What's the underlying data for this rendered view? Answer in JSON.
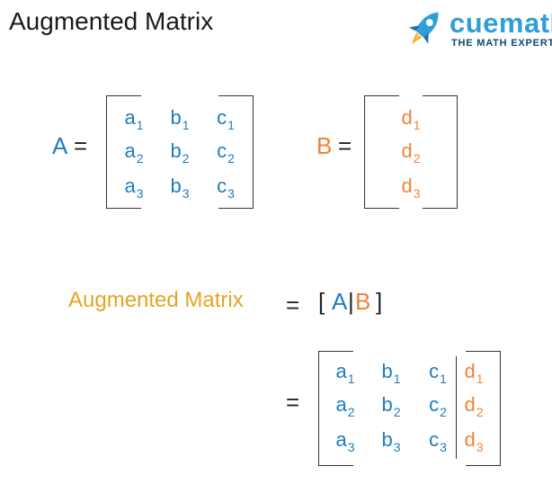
{
  "title": "Augmented Matrix",
  "logo": {
    "brand": "cuemath",
    "tagline": "THE MATH EXPERT"
  },
  "colors": {
    "blue": "#1c7dc3",
    "orange": "#f28235",
    "gold": "#e3a421",
    "text": "#1a1a1a"
  },
  "matrix_a": {
    "label": "A",
    "equals": "=",
    "rows": [
      [
        {
          "v": "a",
          "s": "1"
        },
        {
          "v": "b",
          "s": "1"
        },
        {
          "v": "c",
          "s": "1"
        }
      ],
      [
        {
          "v": "a",
          "s": "2"
        },
        {
          "v": "b",
          "s": "2"
        },
        {
          "v": "c",
          "s": "2"
        }
      ],
      [
        {
          "v": "a",
          "s": "3"
        },
        {
          "v": "b",
          "s": "3"
        },
        {
          "v": "c",
          "s": "3"
        }
      ]
    ]
  },
  "matrix_b": {
    "label": "B",
    "equals": "=",
    "rows": [
      [
        {
          "v": "d",
          "s": "1"
        }
      ],
      [
        {
          "v": "d",
          "s": "2"
        }
      ],
      [
        {
          "v": "d",
          "s": "3"
        }
      ]
    ]
  },
  "augmented": {
    "label": "Augmented Matrix",
    "equals": "=",
    "open_bracket": "[",
    "a": "A",
    "bar": "|",
    "b": "B",
    "close_bracket": "]",
    "result_equals": "="
  }
}
